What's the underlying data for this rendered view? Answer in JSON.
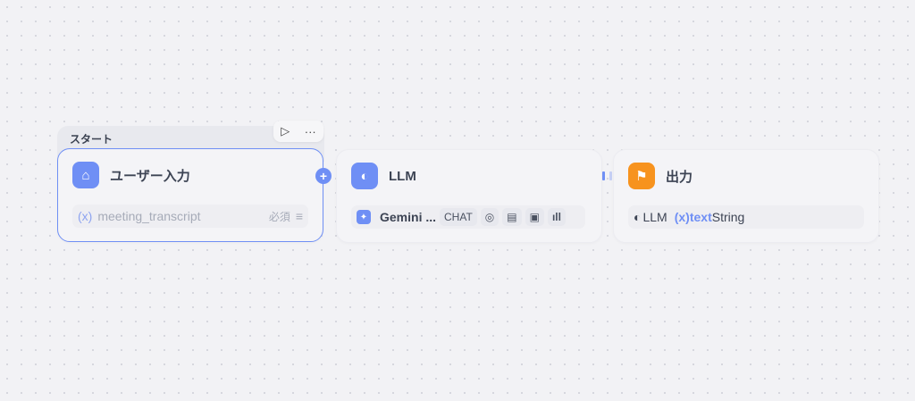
{
  "start_group": {
    "label": "スタート"
  },
  "node_start": {
    "title": "ユーザー入力",
    "var_icon": "(x)",
    "var_name": "meeting_transcript",
    "required": "必須"
  },
  "node_llm": {
    "title": "LLM",
    "model": "Gemini ...",
    "mode": "CHAT"
  },
  "node_output": {
    "title": "出力",
    "source": "LLM",
    "var_icon": "(x)",
    "var_name": "text",
    "var_type": "String"
  },
  "colors": {
    "accent": "#6f8ff5",
    "output": "#f7931e"
  }
}
